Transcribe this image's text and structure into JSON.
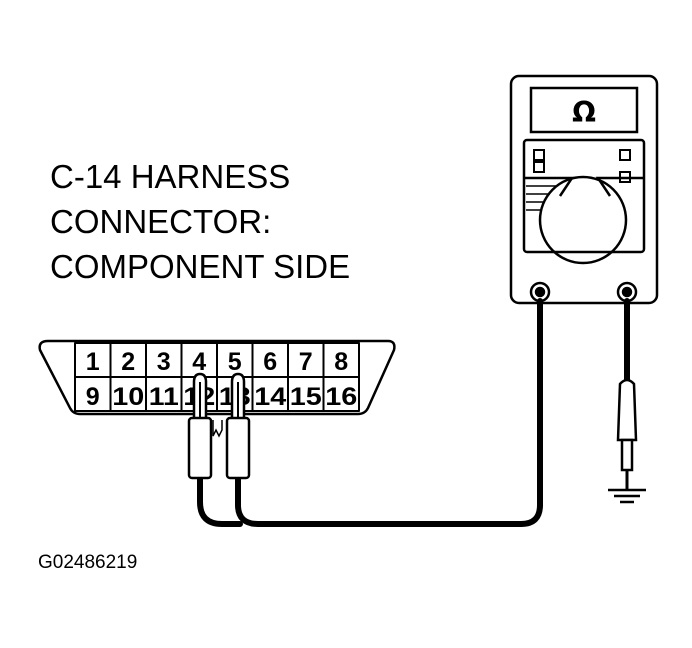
{
  "connector_label": {
    "line1": "C-14 HARNESS",
    "line2": "CONNECTOR:",
    "line3": "COMPONENT SIDE"
  },
  "figure_id": "G02486219",
  "meter": {
    "display": "Ω"
  },
  "pins": {
    "top": [
      "1",
      "2",
      "3",
      "4",
      "5",
      "6",
      "7",
      "8"
    ],
    "bottom": [
      "9",
      "10",
      "11",
      "12",
      "13",
      "14",
      "15",
      "16"
    ]
  }
}
